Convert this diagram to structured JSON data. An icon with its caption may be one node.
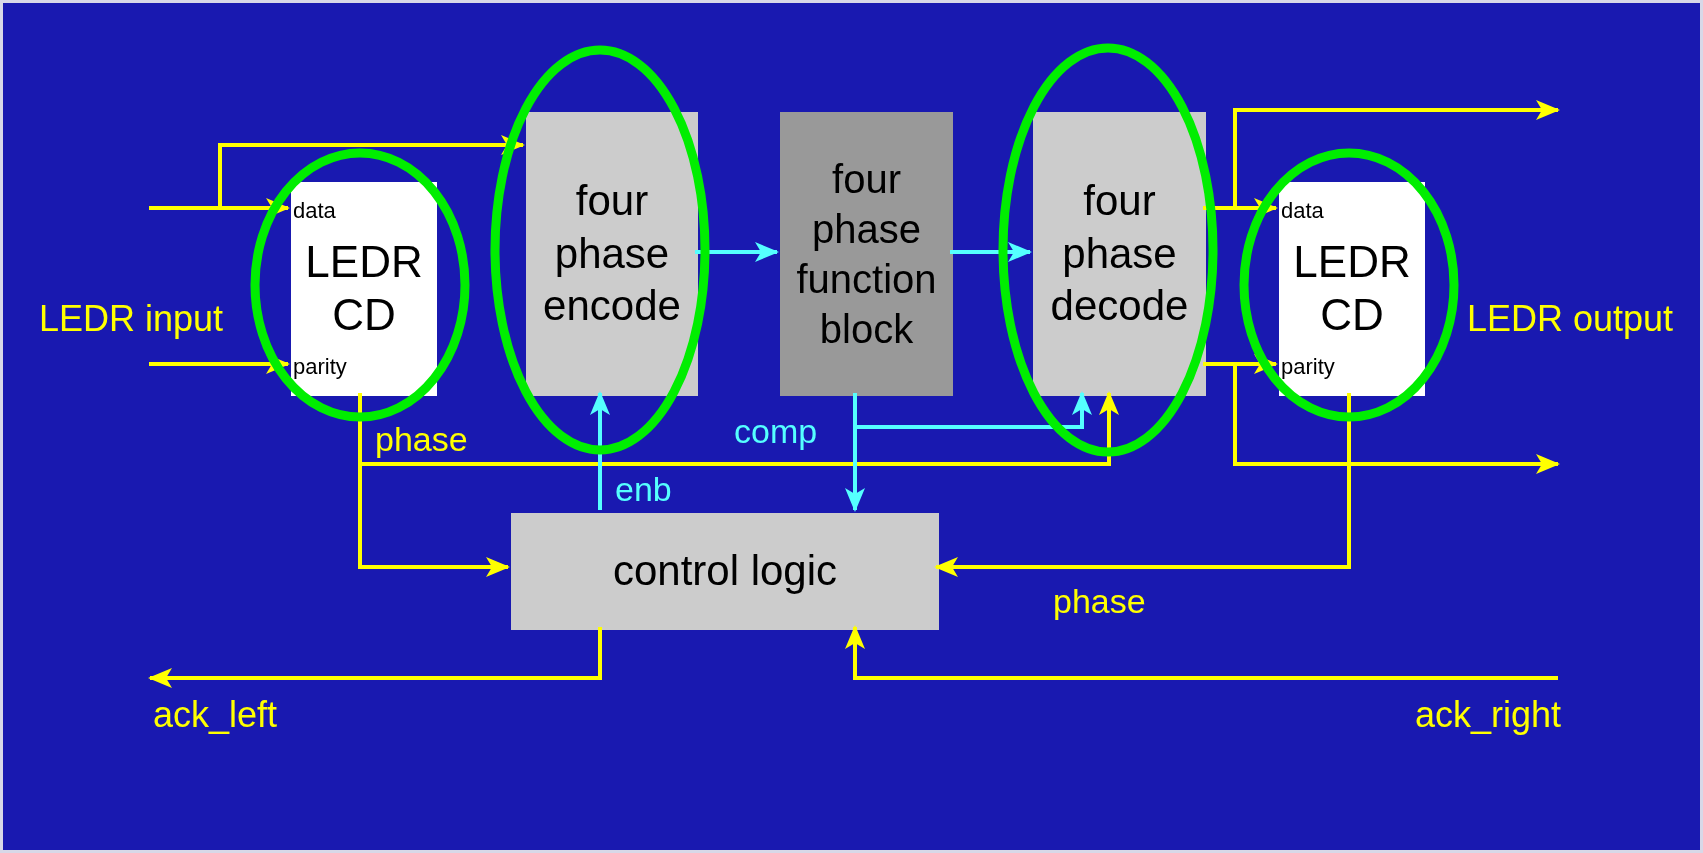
{
  "diagram": {
    "nodes": [
      {
        "text": [
          "data",
          "LEDR CD",
          "parity"
        ]
      },
      {
        "text": [
          "four phase encode"
        ]
      },
      {
        "text": [
          "four phase function block"
        ]
      },
      {
        "text": [
          "four phase decode"
        ]
      },
      {
        "text": [
          "data",
          "LEDR CD",
          "parity"
        ]
      },
      {
        "text": [
          "control logic"
        ]
      },
      {
        "text": [
          "ack_left"
        ]
      },
      {
        "text": [
          "ack_right"
        ]
      }
    ],
    "edges": [
      {
        "from": null,
        "to": 0,
        "arrow": "to"
      },
      {
        "from": null,
        "to": 1,
        "arrow": "to"
      },
      {
        "from": null,
        "to": 0,
        "arrow": "to"
      },
      {
        "from": 1,
        "to": 2,
        "arrow": "to",
        "color": "#55ffff"
      },
      {
        "from": 2,
        "to": 3,
        "arrow": "to",
        "color": "#55ffff"
      },
      {
        "from": 0,
        "to": 3,
        "arrow": "to",
        "label": "phase"
      },
      {
        "from": 0,
        "to": 5,
        "arrow": "to"
      },
      {
        "from": 5,
        "to": 1,
        "arrow": "to",
        "label": "enb",
        "color": "#55ffff"
      },
      {
        "from": 2,
        "to": 5,
        "arrow": "to",
        "label": "comp",
        "color": "#55ffff"
      },
      {
        "from": 2,
        "to": 3,
        "arrow": "to",
        "color": "#55ffff"
      },
      {
        "from": 3,
        "to": 4,
        "arrow": "to"
      },
      {
        "from": 3,
        "to": null,
        "arrow": "to"
      },
      {
        "from": 3,
        "to": 4,
        "arrow": "to"
      },
      {
        "from": 3,
        "to": null,
        "arrow": "to"
      },
      {
        "from": 4,
        "to": 5,
        "arrow": "to",
        "label": "phase"
      },
      {
        "from": 5,
        "to": 6,
        "arrow": "to"
      },
      {
        "from": 7,
        "to": 5,
        "arrow": "to"
      }
    ],
    "labels": [
      "LEDR input",
      "LEDR output"
    ]
  }
}
